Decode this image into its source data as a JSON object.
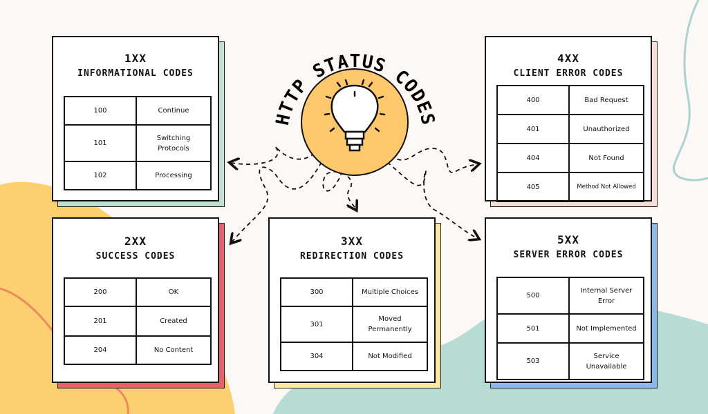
{
  "center": {
    "title": "HTTP STATUS CODES",
    "bulb_icon": "lightbulb-icon",
    "circle_color": "#fdc76b"
  },
  "colors": {
    "background": "#fbf8f5",
    "blob_yellow": "#fcd06f",
    "blob_teal": "#b7dcd5",
    "squiggle_orange": "#ec8a5f",
    "squiggle_teal": "#a9d3cf"
  },
  "cards": [
    {
      "key": "1xx",
      "title": "1XX",
      "subtitle": "INFORMATIONAL CODES",
      "shadow_color": "#bfe0d3",
      "rows": [
        {
          "code": "100",
          "label": "Continue"
        },
        {
          "code": "101",
          "label": "Switching Protocols"
        },
        {
          "code": "102",
          "label": "Processing"
        }
      ]
    },
    {
      "key": "2xx",
      "title": "2XX",
      "subtitle": "SUCCESS CODES",
      "shadow_color": "#e8606e",
      "rows": [
        {
          "code": "200",
          "label": "OK"
        },
        {
          "code": "201",
          "label": "Created"
        },
        {
          "code": "204",
          "label": "No Content"
        }
      ]
    },
    {
      "key": "3xx",
      "title": "3XX",
      "subtitle": "REDIRECTION CODES",
      "shadow_color": "#fbe7a4",
      "rows": [
        {
          "code": "300",
          "label": "Multiple Choices"
        },
        {
          "code": "301",
          "label": "Moved Permanently"
        },
        {
          "code": "304",
          "label": "Not Modified"
        }
      ]
    },
    {
      "key": "4xx",
      "title": "4XX",
      "subtitle": "CLIENT ERROR CODES",
      "shadow_color": "#f8dfd6",
      "rows": [
        {
          "code": "400",
          "label": "Bad Request"
        },
        {
          "code": "401",
          "label": "Unauthorized"
        },
        {
          "code": "404",
          "label": "Not Found"
        },
        {
          "code": "405",
          "label": "Method Not Allowed"
        }
      ]
    },
    {
      "key": "5xx",
      "title": "5XX",
      "subtitle": "SERVER ERROR CODES",
      "shadow_color": "#8ab8ea",
      "rows": [
        {
          "code": "500",
          "label": "Internal Server Error"
        },
        {
          "code": "501",
          "label": "Not Implemented"
        },
        {
          "code": "503",
          "label": "Service Unavailable"
        }
      ]
    }
  ]
}
